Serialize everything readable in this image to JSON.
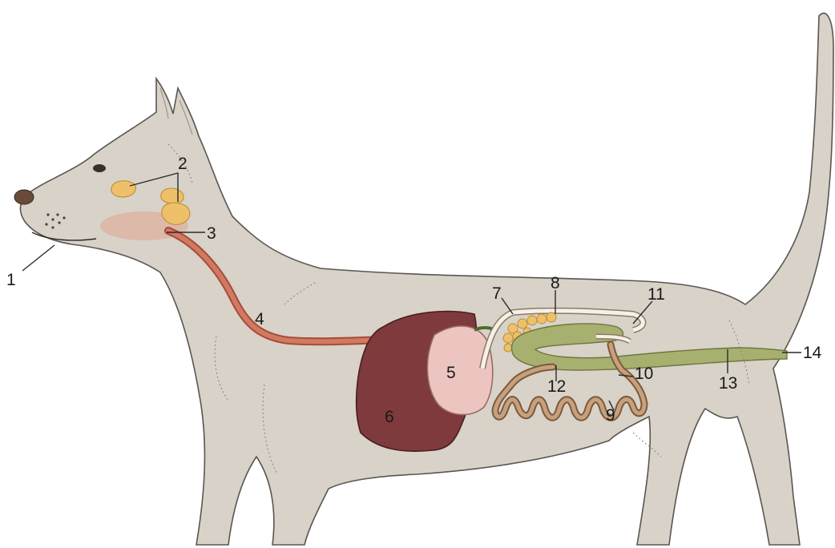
{
  "colors": {
    "body": "#d8d2c8",
    "outline": "#5a5650",
    "gland": "#eec06a",
    "esophagus": "#cc6a55",
    "liver": "#7e3a3c",
    "stomach": "#ecc4c0",
    "intestine": "#b8906c",
    "colon": "#a8b070",
    "duct_white": "#f6f0e6"
  },
  "labels": [
    {
      "id": "1",
      "text": "1"
    },
    {
      "id": "2",
      "text": "2"
    },
    {
      "id": "3",
      "text": "3"
    },
    {
      "id": "4",
      "text": "4"
    },
    {
      "id": "5",
      "text": "5"
    },
    {
      "id": "6",
      "text": "6"
    },
    {
      "id": "7",
      "text": "7"
    },
    {
      "id": "8",
      "text": "8"
    },
    {
      "id": "9",
      "text": "9"
    },
    {
      "id": "10",
      "text": "10"
    },
    {
      "id": "11",
      "text": "11"
    },
    {
      "id": "12",
      "text": "12"
    },
    {
      "id": "13",
      "text": "13"
    },
    {
      "id": "14",
      "text": "14"
    }
  ]
}
